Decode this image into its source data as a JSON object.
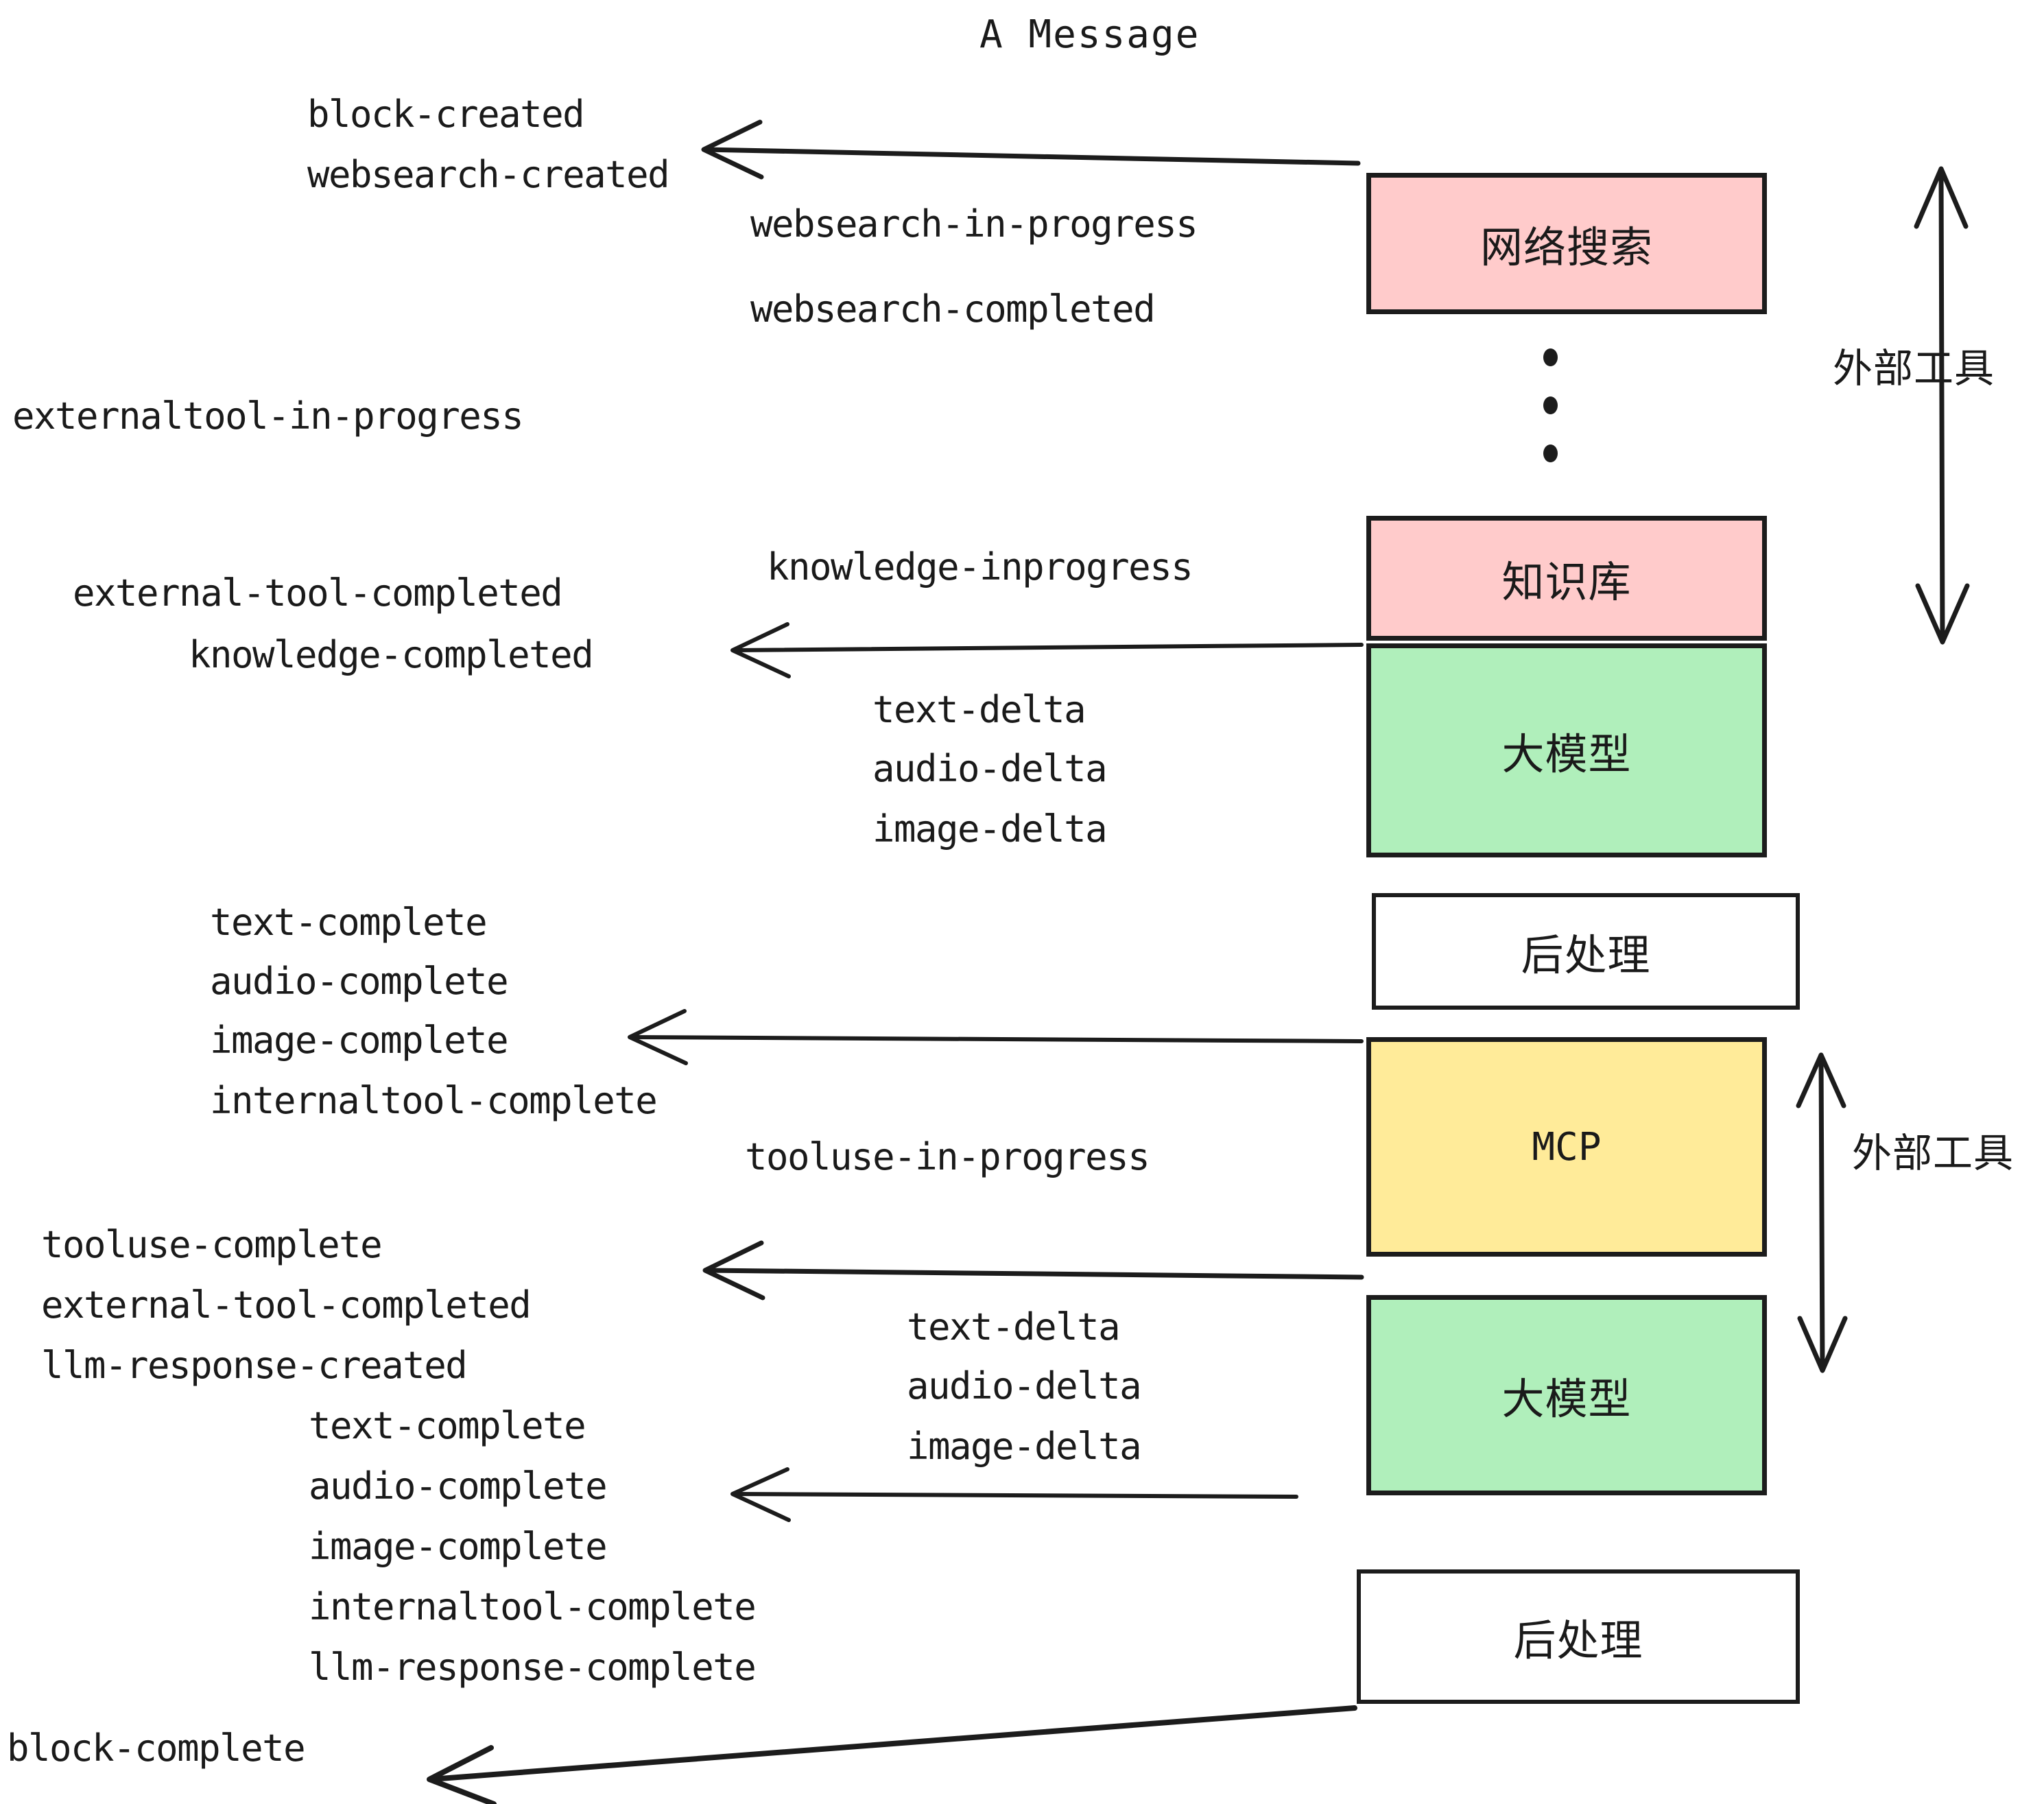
{
  "diagram": {
    "title": "A Message",
    "colors": {
      "pink": "#ffcbcb",
      "green": "#b0efbb",
      "yellow": "#ffeb99",
      "white": "#ffffff",
      "stroke": "#1c1c1c",
      "text": "#1a1a1a"
    },
    "nodes": [
      {
        "id": "websearch",
        "label": "网络搜索",
        "fill": "pink"
      },
      {
        "id": "knowledge",
        "label": "知识库",
        "fill": "pink"
      },
      {
        "id": "llm1",
        "label": "大模型",
        "fill": "green"
      },
      {
        "id": "post1",
        "label": "后处理",
        "fill": "white"
      },
      {
        "id": "mcp",
        "label": "MCP",
        "fill": "yellow"
      },
      {
        "id": "llm2",
        "label": "大模型",
        "fill": "green"
      },
      {
        "id": "post2",
        "label": "后处理",
        "fill": "white"
      }
    ],
    "group_labels": [
      {
        "id": "external-tools-top",
        "label": "外部工具"
      },
      {
        "id": "external-tools-bottom",
        "label": "外部工具"
      }
    ],
    "events": [
      {
        "id": "e01",
        "text": "block-created"
      },
      {
        "id": "e02",
        "text": "websearch-created"
      },
      {
        "id": "e03",
        "text": "websearch-in-progress"
      },
      {
        "id": "e04",
        "text": "websearch-completed"
      },
      {
        "id": "e05",
        "text": "externaltool-in-progress"
      },
      {
        "id": "e06",
        "text": "knowledge-inprogress"
      },
      {
        "id": "e07",
        "text": "external-tool-completed"
      },
      {
        "id": "e08",
        "text": "knowledge-completed"
      },
      {
        "id": "e09",
        "text": "text-delta"
      },
      {
        "id": "e10",
        "text": "audio-delta"
      },
      {
        "id": "e11",
        "text": "image-delta"
      },
      {
        "id": "e12",
        "text": "text-complete"
      },
      {
        "id": "e13",
        "text": "audio-complete"
      },
      {
        "id": "e14",
        "text": "image-complete"
      },
      {
        "id": "e15",
        "text": "internaltool-complete"
      },
      {
        "id": "e16",
        "text": "tooluse-in-progress"
      },
      {
        "id": "e17",
        "text": "tooluse-complete"
      },
      {
        "id": "e18",
        "text": "external-tool-completed"
      },
      {
        "id": "e19",
        "text": "llm-response-created"
      },
      {
        "id": "e20",
        "text": "text-delta"
      },
      {
        "id": "e21",
        "text": "audio-delta"
      },
      {
        "id": "e22",
        "text": "image-delta"
      },
      {
        "id": "e23",
        "text": "text-complete"
      },
      {
        "id": "e24",
        "text": "audio-complete"
      },
      {
        "id": "e25",
        "text": "image-complete"
      },
      {
        "id": "e26",
        "text": "internaltool-complete"
      },
      {
        "id": "e27",
        "text": "llm-response-complete"
      },
      {
        "id": "e28",
        "text": "block-complete"
      }
    ]
  }
}
